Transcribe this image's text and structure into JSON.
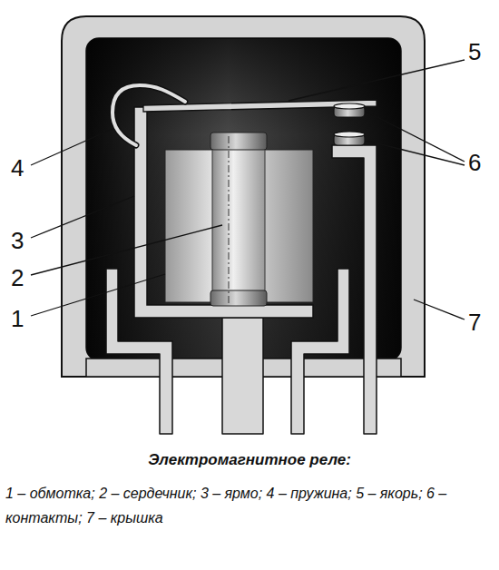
{
  "diagram": {
    "title": "Электромагнитное реле:",
    "caption": "1 – обмотка; 2 – сердечник; 3 – ярмо; 4 – пружина; 5 – якорь; 6 – контакты; 7 – крышка",
    "labels": [
      "5",
      "4",
      "6",
      "3",
      "2",
      "1",
      "7"
    ]
  }
}
